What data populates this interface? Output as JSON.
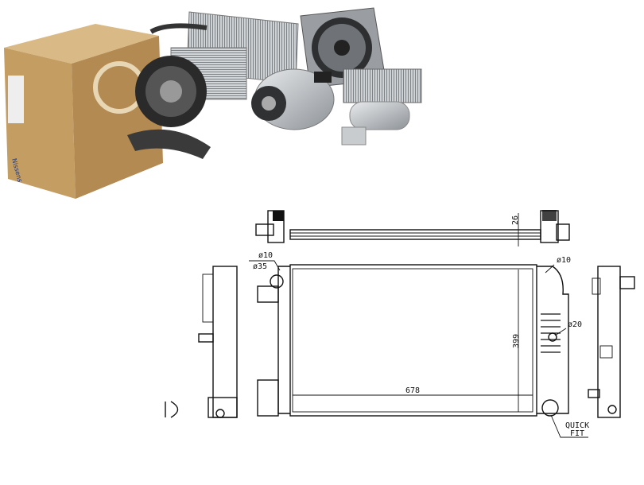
{
  "photo": {
    "brand_logo": "Nissens",
    "items": [
      "box",
      "condenser",
      "fan",
      "blower-motor",
      "compressor",
      "heater-core",
      "receiver-drier"
    ]
  },
  "drawing": {
    "depth": "26",
    "width": "678",
    "height": "399",
    "port_top_left_small": "ø10",
    "port_top_left_large": "ø35",
    "port_top_right": "ø10",
    "port_right_mid": "ø20",
    "quick_fit_line1": "QUICK",
    "quick_fit_line2": "FIT"
  },
  "colors": {
    "box": "#c4a06a",
    "metal": "#b8bcc0",
    "line": "#111111"
  }
}
